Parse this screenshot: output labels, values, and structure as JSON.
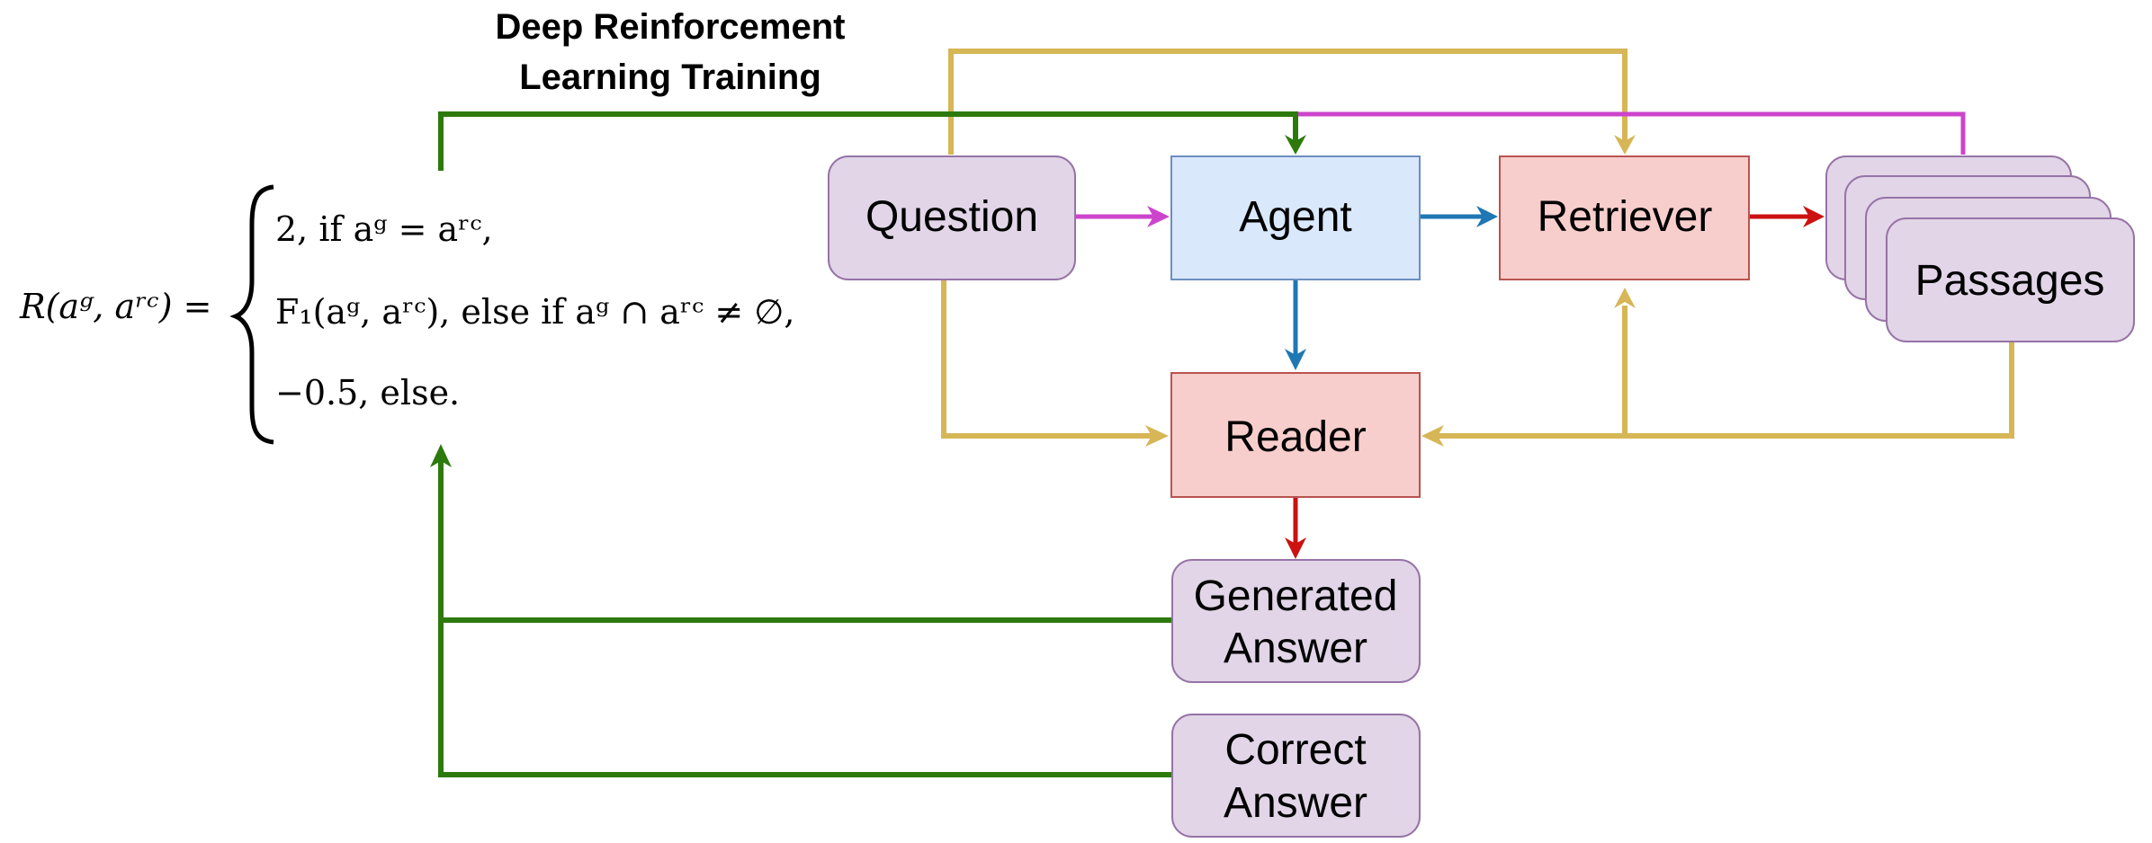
{
  "title_line1": "Deep Reinforcement",
  "title_line2": "Learning Training",
  "nodes": {
    "question": "Question",
    "agent": "Agent",
    "retriever": "Retriever",
    "passages": "Passages",
    "reader": "Reader",
    "generated_line1": "Generated",
    "generated_line2": "Answer",
    "correct_line1": "Correct",
    "correct_line2": "Answer"
  },
  "formula": {
    "lhs": "R(aᵍ, aʳᶜ) =",
    "case1": "2, if aᵍ = aʳᶜ,",
    "case2": "F₁(aᵍ, aʳᶜ),  else if aᵍ ∩ aʳᶜ ≠ ∅,",
    "case3": "−0.5, else."
  },
  "colors": {
    "purple_box_fill": "#e1d5e7",
    "purple_box_stroke": "#9673a6",
    "blue_box_fill": "#dae8fc",
    "blue_box_stroke": "#6c8ebf",
    "red_box_fill": "#f8cecc",
    "red_box_stroke": "#b85450",
    "green_arrow": "#2d7a0c",
    "gold_arrow": "#d6b656",
    "magenta_arrow": "#cc44cc",
    "blue_arrow": "#1f77b4",
    "red_arrow": "#cc1111"
  }
}
